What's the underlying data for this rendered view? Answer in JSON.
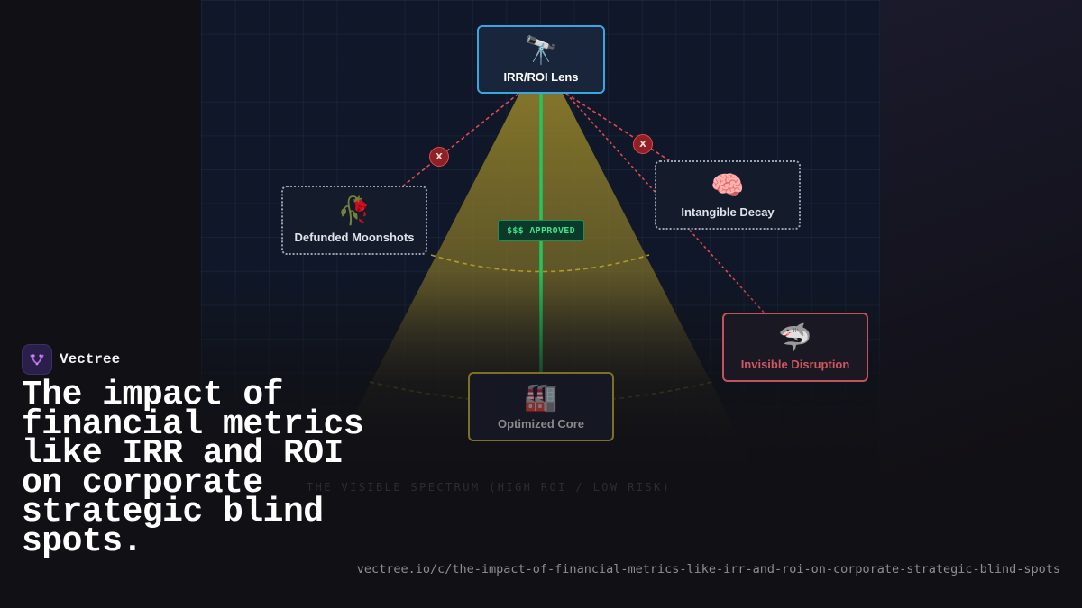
{
  "brand": {
    "name": "Vectree",
    "logo_icon": "vectree-logo-icon"
  },
  "headline": "The impact of financial metrics like IRR and ROI on corporate strategic blind spots.",
  "url": "vectree.io/c/the-impact-of-financial-metrics-like-irr-and-roi-on-corporate-strategic-blind-spots",
  "diagram": {
    "lens": {
      "label": "IRR/ROI Lens",
      "icon": "telescope-icon",
      "emoji": "🔭"
    },
    "moonshots": {
      "label": "Defunded Moonshots",
      "icon": "wilted-flower-icon",
      "emoji": "🥀"
    },
    "decay": {
      "label": "Intangible Decay",
      "icon": "brain-icon",
      "emoji": "🧠"
    },
    "disruption": {
      "label": "Invisible Disruption",
      "icon": "shark-icon",
      "emoji": "🦈"
    },
    "core": {
      "label": "Optimized Core",
      "icon": "factory-icon",
      "emoji": "🏭"
    },
    "approved": "$$$ APPROVED",
    "blocked_marks": [
      "X",
      "X"
    ],
    "spectrum_label": "THE VISIBLE SPECTRUM (HIGH ROI / LOW RISK)"
  },
  "colors": {
    "panel": "#0f1728",
    "lens_border": "#3aa6e0",
    "approved_green": "#22c55e",
    "blocked_red": "#e2484f",
    "beam_gold": "#8a7a2a"
  }
}
